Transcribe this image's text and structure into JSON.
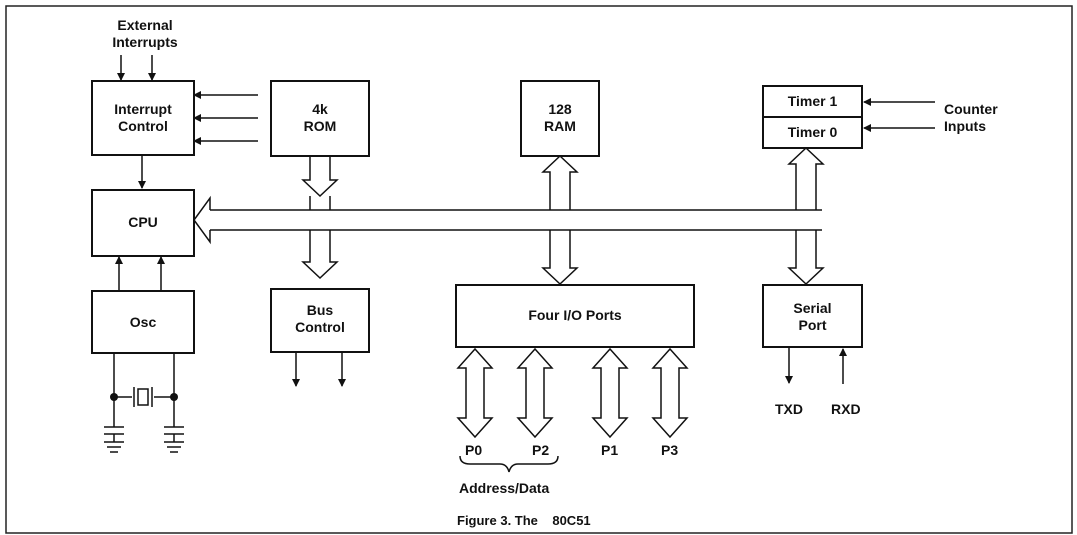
{
  "external_interrupts_label": "External\nInterrupts",
  "blocks": {
    "interrupt_control": "Interrupt\nControl",
    "rom": "4k\nROM",
    "ram": "128\nRAM",
    "timer1": "Timer 1",
    "timer0": "Timer 0",
    "cpu": "CPU",
    "osc": "Osc",
    "bus_control": "Bus\nControl",
    "io_ports": "Four I/O Ports",
    "serial_port": "Serial\nPort"
  },
  "counter_inputs_label": "Counter\nInputs",
  "pins": {
    "txd": "TXD",
    "rxd": "RXD",
    "p0": "P0",
    "p2": "P2",
    "p1": "P1",
    "p3": "P3"
  },
  "address_data_label": "Address/Data",
  "caption": "Figure 3. The    80C51"
}
